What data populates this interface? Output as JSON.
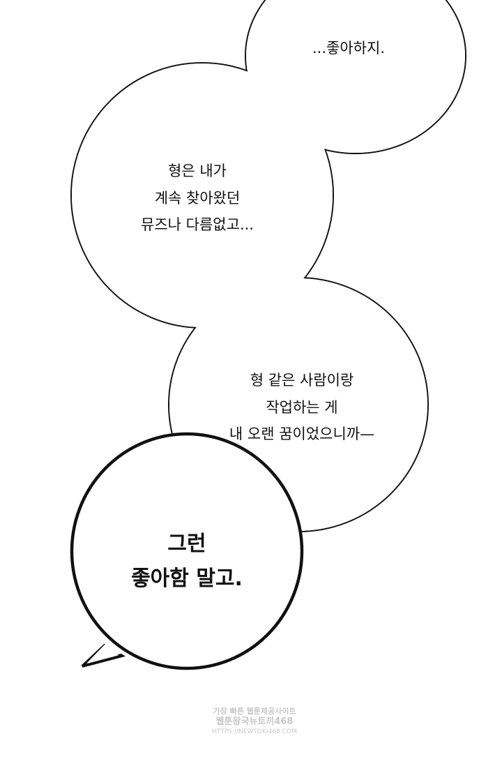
{
  "bubbles": [
    {
      "id": "top",
      "lines": [
        "...좋아하지."
      ]
    },
    {
      "id": "middle",
      "lines": [
        "형은 내가",
        "계속 찾아왔던",
        "뮤즈나 다름없고..."
      ]
    },
    {
      "id": "lower",
      "lines": [
        "형 같은 사람이랑",
        "작업하는 게",
        "내 오랜 꿈이었으니까—"
      ]
    },
    {
      "id": "bold",
      "lines": [
        "그런",
        "좋아함 말고."
      ]
    }
  ],
  "watermark": {
    "line1": "가장 빠른 웹툰제공사이트",
    "line2": "웹툰왕국뉴토끼468",
    "line3": "HTTPS://NEWTOKI468.COM"
  }
}
